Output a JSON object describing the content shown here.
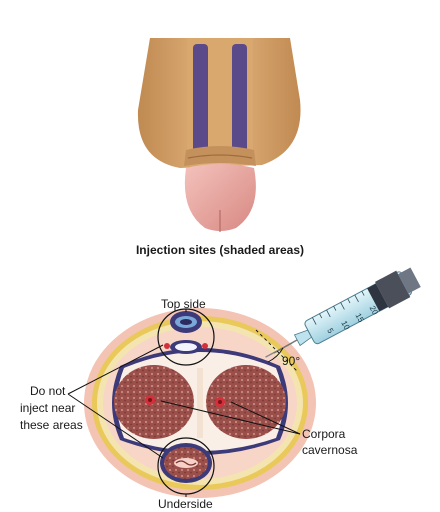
{
  "caption": "Injection sites (shaded areas)",
  "labels": {
    "top_side": "Top side",
    "underside": "Underside",
    "warning_line1": "Do not",
    "warning_line2": "inject near",
    "warning_line3": "these areas",
    "corpora_line1": "Corpora",
    "corpora_line2": "cavernosa",
    "angle": "90°"
  },
  "syringe_scale": [
    "20",
    "15",
    "10",
    "5"
  ],
  "colors": {
    "skin": "#d9a86f",
    "skin_shadow": "#b9834c",
    "glans": "#e7a5a0",
    "injection_site": "#5b4a8a",
    "tunica": "#3d3a7a",
    "spongy_tissue": "#a15a55",
    "fat_layer": "#e9c95a",
    "syringe_barrel": "#bfe3ee"
  }
}
